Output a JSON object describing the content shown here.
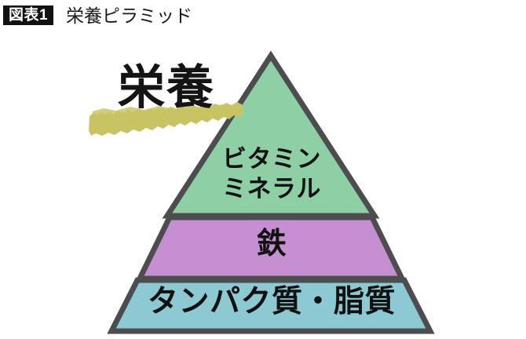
{
  "header": {
    "badge": "図表1",
    "title": "栄養ピラミッド"
  },
  "decoration": {
    "brush_label": "栄養",
    "brush_color": "#c9c463",
    "brush_icon": "brush-stroke-highlight"
  },
  "pyramid": {
    "outline_color": "#4d4d50",
    "tiers": [
      {
        "id": "top",
        "label": "ビタミン\nミネラル",
        "line1": "ビタミン",
        "line2": "ミネラル",
        "color": "#8ecfa5"
      },
      {
        "id": "middle",
        "label": "鉄",
        "color": "#c68fd2"
      },
      {
        "id": "base",
        "label": "タンパク質・脂質",
        "color": "#8dc9d3"
      }
    ]
  },
  "chart_data": {
    "type": "pyramid",
    "title": "栄養ピラミッド",
    "levels": [
      {
        "rank": 1,
        "position": "top",
        "label": "ビタミン / ミネラル",
        "color": "#8ecfa5"
      },
      {
        "rank": 2,
        "position": "middle",
        "label": "鉄",
        "color": "#c68fd2"
      },
      {
        "rank": 3,
        "position": "base",
        "label": "タンパク質・脂質",
        "color": "#8dc9d3"
      }
    ],
    "legend": [],
    "xlabel": "",
    "ylabel": ""
  }
}
